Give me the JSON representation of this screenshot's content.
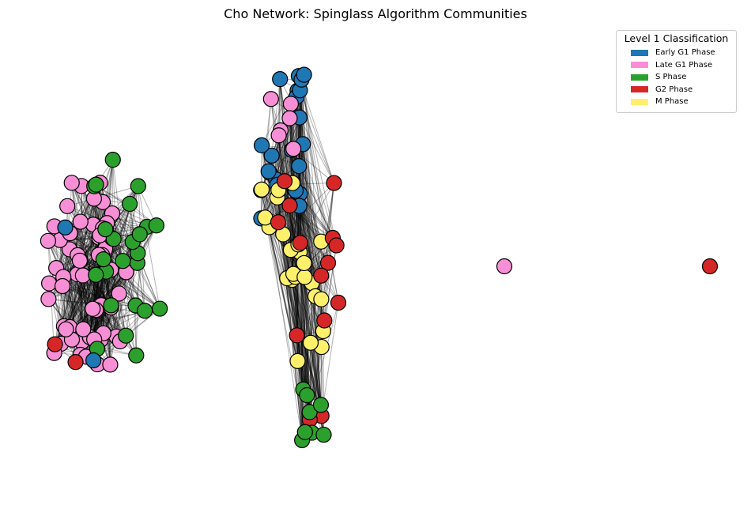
{
  "title": "Cho Network: Spinglass Algorithm Communities",
  "legend": {
    "title": "Level 1 Classification",
    "items": [
      {
        "label": "Early G1 Phase",
        "color": "#1f77b4"
      },
      {
        "label": "Late G1 Phase",
        "color": "#f78fd6"
      },
      {
        "label": "S Phase",
        "color": "#2ca02c"
      },
      {
        "label": "G2 Phase",
        "color": "#d62728"
      },
      {
        "label": "M Phase",
        "color": "#fff06b"
      }
    ]
  },
  "chart_data": {
    "type": "network",
    "communities": [
      {
        "composition": {
          "Late G1 Phase": 62,
          "S Phase": 24,
          "G2 Phase": 2,
          "Early G1 Phase": 2
        }
      },
      {
        "composition": {
          "Early G1 Phase": 22,
          "Late G1 Phase": 6,
          "M Phase": 24,
          "G2 Phase": 14,
          "S Phase": 8
        }
      },
      {
        "composition": {
          "Late G1 Phase": 1
        }
      },
      {
        "composition": {
          "G2 Phase": 1
        }
      }
    ],
    "node_border": "#000000",
    "edge_color": "#000000"
  }
}
